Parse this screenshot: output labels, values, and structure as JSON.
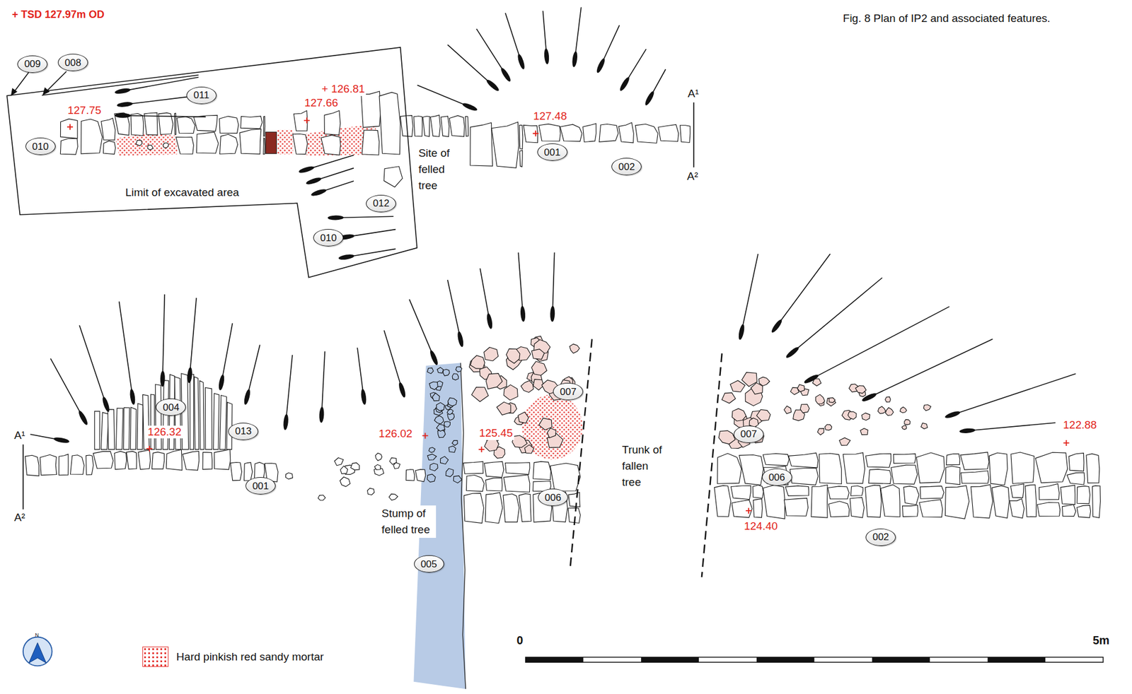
{
  "diagram": {
    "caption": "Fig. 8 Plan of IP2 and associated features.",
    "nodes": [
      {
        "text": [
          "Limit of excavated area"
        ]
      },
      {
        "text": [
          "009"
        ]
      },
      {
        "text": [
          "008"
        ]
      },
      {
        "text": [
          "010"
        ],
        "in": 0
      },
      {
        "text": [
          "011"
        ],
        "in": 0
      },
      {
        "text": [
          "012"
        ],
        "in": 0
      },
      {
        "text": [
          "010"
        ],
        "in": 0
      },
      {
        "text": [
          "001"
        ]
      },
      {
        "text": [
          "002"
        ]
      },
      {
        "text": [
          "004"
        ]
      },
      {
        "text": [
          "013"
        ]
      },
      {
        "text": [
          "001"
        ]
      },
      {
        "text": [
          "007"
        ]
      },
      {
        "text": [
          "006"
        ]
      },
      {
        "text": [
          "005"
        ]
      },
      {
        "text": [
          "007"
        ]
      },
      {
        "text": [
          "006"
        ]
      },
      {
        "text": [
          "002"
        ]
      }
    ],
    "labels": [
      "+ TSD 127.97m OD",
      "127.75",
      "+ 126.81",
      "127.66",
      "127.48",
      "A¹",
      "A²",
      "Site of felled tree",
      "Trunk of fallen tree",
      "A¹",
      "A²",
      "126.32",
      "126.02",
      "125.45",
      "Stump of felled tree",
      "122.88",
      "124.40",
      "0",
      "5m",
      "N"
    ],
    "legend": [
      {
        "text": "Hard pinkish red sandy mortar",
        "color": "#e53935"
      }
    ]
  }
}
